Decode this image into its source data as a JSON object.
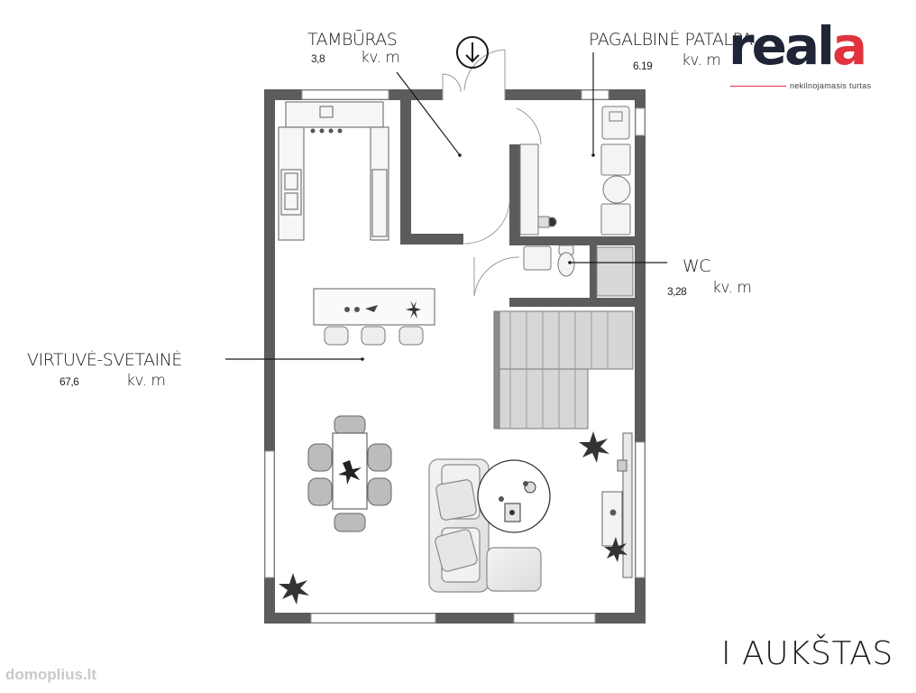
{
  "rooms": {
    "tamburas": {
      "name": "TAMBŪRAS",
      "area": "3,8",
      "unit": "kv. m"
    },
    "pagalbine": {
      "name": "PAGALBINĖ PATALPA",
      "area": "6.19",
      "unit": "kv. m"
    },
    "wc": {
      "name": "WC",
      "area": "3,28",
      "unit": "kv. m"
    },
    "virtuve": {
      "name": "VIRTUVĖ-SVETAINĖ",
      "area": "67,6",
      "unit": "kv. m"
    }
  },
  "floor_title": "I AUKŠTAS",
  "logo": {
    "text_main": "real",
    "text_accent": "a",
    "subtitle": "nekilnojamasis turtas",
    "accent_color": "#e0333e",
    "brand_color": "#1f2536"
  },
  "watermark": "domoplius.lt",
  "entrance_icon": "arrow-down-circle-icon",
  "colors": {
    "wall": "#5c5c5c",
    "window": "#ffffff",
    "furniture_outline": "#6a6a6a"
  }
}
